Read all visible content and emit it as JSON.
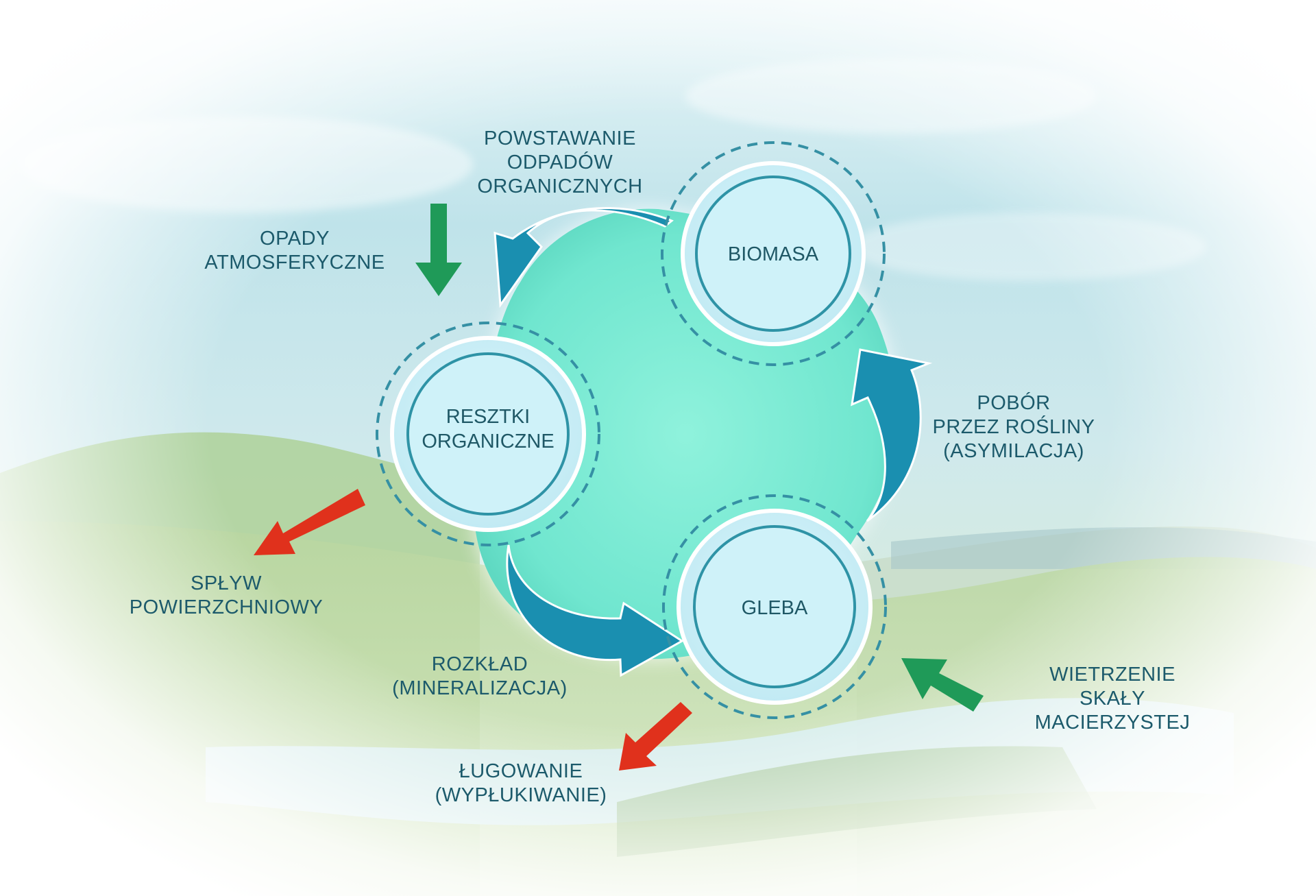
{
  "colors": {
    "cycle_arrow": "#1a8fb0",
    "input_arrow": "#1f9a58",
    "output_arrow": "#e0311c",
    "label_text": "#1c5a6b",
    "hub_fill": "#6fe6cf",
    "node_fill": "#cff2f9",
    "node_ring": "#2e93a6"
  },
  "nodes": {
    "biomass": "BIOMASA",
    "residues_line1": "RESZTKI",
    "residues_line2": "ORGANICZNE",
    "soil": "GLEBA"
  },
  "labels": {
    "waste_line1": "POWSTAWANIE",
    "waste_line2": "ODPADÓW",
    "waste_line3": "ORGANICZNYCH",
    "precip_line1": "OPADY",
    "precip_line2": "ATMOSFERYCZNE",
    "uptake_line1": "POBÓR",
    "uptake_line2": "PRZEZ ROŚLINY",
    "uptake_line3": "(ASYMILACJA)",
    "runoff_line1": "SPŁYW",
    "runoff_line2": "POWIERZCHNIOWY",
    "decomp_line1": "ROZKŁAD",
    "decomp_line2": "(MINERALIZACJA)",
    "weather_line1": "WIETRZENIE",
    "weather_line2": "SKAŁY",
    "weather_line3": "MACIERZYSTEJ",
    "leach_line1": "ŁUGOWANIE",
    "leach_line2": "(WYPŁUKIWANIE)"
  }
}
